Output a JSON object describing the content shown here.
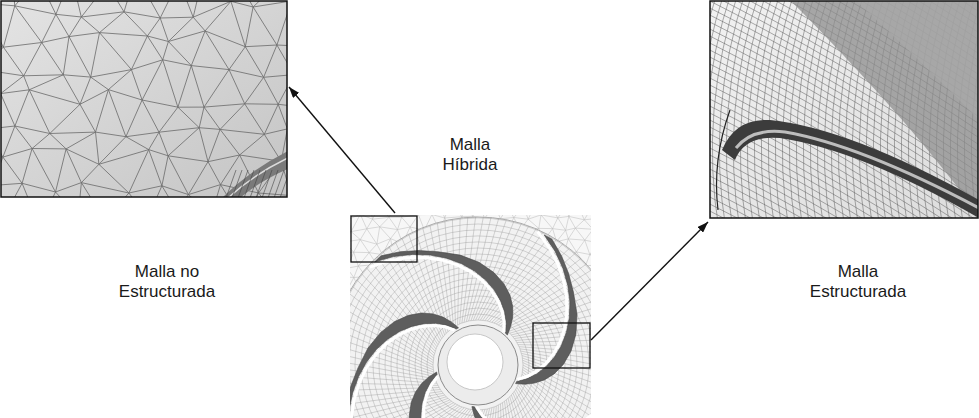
{
  "diagram": {
    "nodes": [
      {
        "text": [
          "Malla no Estructurada"
        ]
      },
      {
        "text": [
          "Malla Híbrida"
        ]
      },
      {
        "text": [
          "Malla Estructurada"
        ]
      }
    ],
    "edges": [
      {
        "from": 1,
        "to": 0,
        "arrow": "to"
      },
      {
        "from": 1,
        "to": 2,
        "arrow": "to"
      }
    ]
  }
}
